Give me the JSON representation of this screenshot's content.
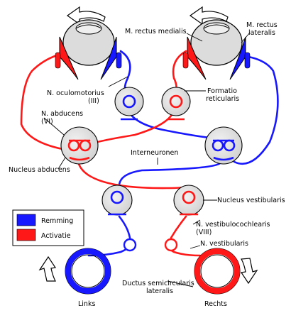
{
  "labels": {
    "rectus_medialis": "M. rectus medialis",
    "rectus_lateralis_1": "M. rectus",
    "rectus_lateralis_2": "lateralis",
    "oculomotorius_1": "N. oculomotorius",
    "oculomotorius_2": "(III)",
    "formatio_1": "Formatio",
    "formatio_2": "reticularis",
    "abducens_nerve_1": "N. abducens",
    "abducens_nerve_2": "(VI)",
    "interneuronen": "Interneuronen",
    "nucleus_abducens": "Nucleus abducens",
    "nucleus_vestibularis": "Nucleus vestibularis",
    "vestibulocochlearis_1": "N. vestibulocochlearis",
    "vestibulocochlearis_2": "(VIII)",
    "vestibularis": "N. vestibularis",
    "ductus_1": "Ductus semicircularis",
    "ductus_2": "lateralis",
    "links": "Links",
    "rechts": "Rechts"
  },
  "legend": {
    "items": [
      {
        "label": "Remming",
        "color": "#1818ff"
      },
      {
        "label": "Activatie",
        "color": "#ff1818"
      }
    ]
  },
  "colors": {
    "inhibition": "#1818ff",
    "activation": "#ff1818",
    "nucleus_fill": "#dedede",
    "outline": "#000000"
  }
}
